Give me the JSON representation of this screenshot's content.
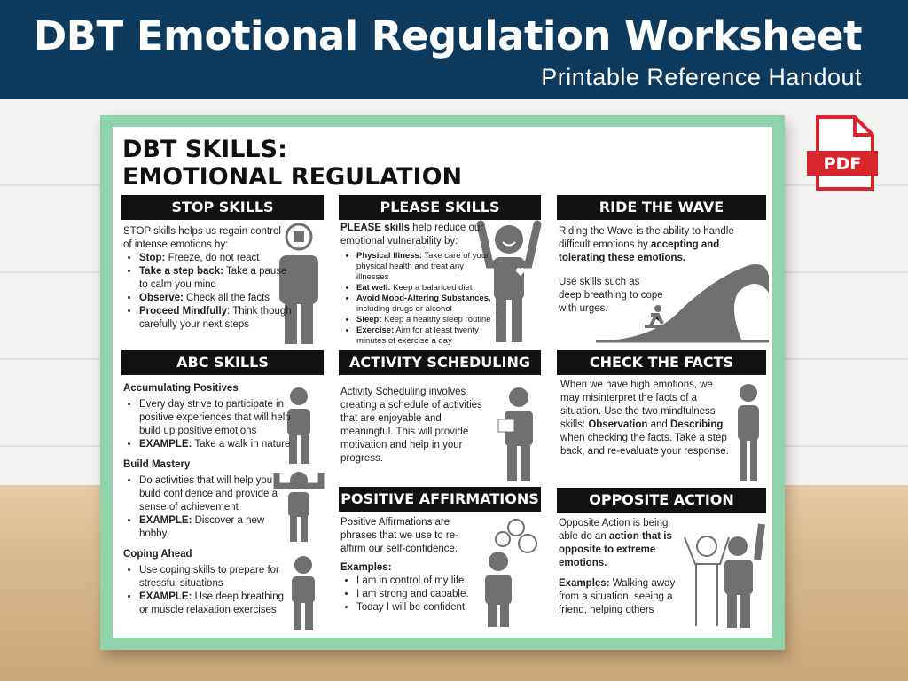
{
  "header": {
    "title": "DBT Emotional Regulation Worksheet",
    "subtitle": "Printable Reference Handout"
  },
  "pdf_badge": "PDF",
  "sheet": {
    "title_line1": "DBT SKILLS:",
    "title_line2": "EMOTIONAL REGULATION",
    "stop": {
      "heading": "STOP SKILLS",
      "intro": "STOP skills helps us regain control of intense emotions by:",
      "items": [
        {
          "b": "Stop:",
          "t": " Freeze, do not react"
        },
        {
          "b": "Take a step back:",
          "t": " Take a pause to calm you mind"
        },
        {
          "b": "Observe:",
          "t": " Check all the facts"
        },
        {
          "b": "Proceed Mindfully",
          "t": ": Think though carefully your next steps"
        }
      ]
    },
    "please": {
      "heading": "PLEASE SKILLS",
      "intro_b": "PLEASE skills",
      "intro": " help reduce our emotional vulnerability by:",
      "items": [
        {
          "b": "Physical Illness:",
          "t": " Take care of your physical health and treat any illnesses"
        },
        {
          "b": "Eat well:",
          "t": " Keep a balanced diet"
        },
        {
          "b": "Avoid Mood-Altering Substances,",
          "t": " including drugs or alcohol"
        },
        {
          "b": "Sleep:",
          "t": " Keep a healthy sleep routine"
        },
        {
          "b": "Exercise:",
          "t": " Aim for at least twenty minutes of exercise a day"
        }
      ]
    },
    "wave": {
      "heading": "RIDE THE WAVE",
      "p1": "Riding the Wave is the ability to handle difficult emotions by ",
      "p1_b": "accepting and tolerating these emotions.",
      "p2": "Use skills such as deep breathing to cope with urges."
    },
    "abc": {
      "heading": "ABC SKILLS",
      "sections": [
        {
          "title": "Accumulating Positives",
          "items": [
            {
              "b": "",
              "t": "Every day strive to participate in positive experiences that will help build up positive emotions"
            },
            {
              "b": "EXAMPLE:",
              "t": " Take a walk in nature"
            }
          ]
        },
        {
          "title": "Build Mastery",
          "items": [
            {
              "b": "",
              "t": "Do activities that will help you build confidence and provide a sense of achievement"
            },
            {
              "b": "EXAMPLE:",
              "t": " Discover a new hobby"
            }
          ]
        },
        {
          "title": "Coping Ahead",
          "items": [
            {
              "b": "",
              "t": "Use coping skills to prepare for stressful situations"
            },
            {
              "b": "EXAMPLE:",
              "t": " Use deep breathing or muscle relaxation exercises"
            }
          ]
        }
      ]
    },
    "activity": {
      "heading": "ACTIVITY SCHEDULING",
      "text": "Activity Scheduling involves creating a schedule of activities that are enjoyable and meaningful. This will provide motivation and help in your progress."
    },
    "facts": {
      "heading": "CHECK THE FACTS",
      "t1": "When we have high emotions, we may misinterpret the facts of a situation. Use the two mindfulness skills: ",
      "b1": "Observation",
      "t2": " and ",
      "b2": "Describing",
      "t3": " when checking the facts. Take a step back, and re-evaluate your response."
    },
    "affirm": {
      "heading": "POSITIVE AFFIRMATIONS",
      "text": "Positive Affirmations are phrases that we use to re-affirm our self-confidence.",
      "examples_label": "Examples:",
      "items": [
        {
          "b": "",
          "t": "I am in control of my life."
        },
        {
          "b": "",
          "t": "I am strong and capable."
        },
        {
          "b": "",
          "t": "Today I will be confident."
        }
      ]
    },
    "opposite": {
      "heading": "OPPOSITE ACTION",
      "t1": "Opposite Action is being able do an ",
      "b1": "action that is opposite to extreme emotions.",
      "ex_b": "Examples:",
      "ex": " Walking away from a situation, seeing a friend, helping others"
    }
  },
  "colors": {
    "header": "#0e3b5d",
    "border": "#8fd3ad",
    "bar": "#111111",
    "figure": "#707070",
    "pdf": "#d9262c"
  }
}
